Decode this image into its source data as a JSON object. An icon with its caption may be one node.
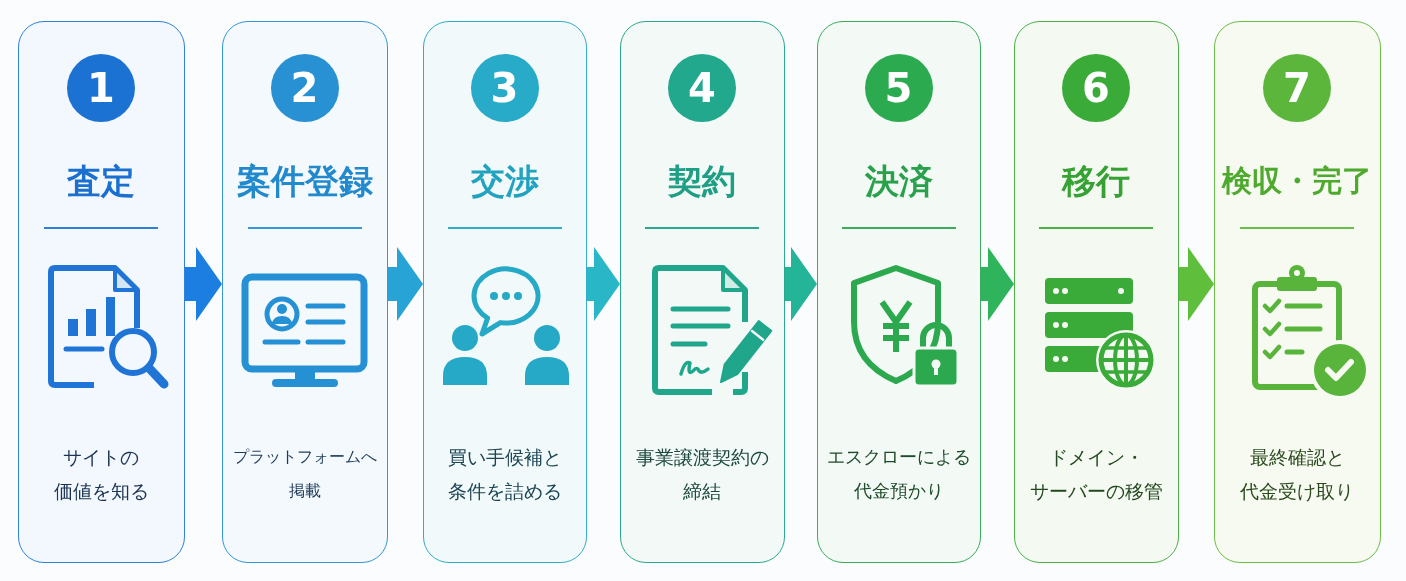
{
  "diagram": {
    "nodes": [
      {
        "text": [
          "査定",
          "サイトの価値を知る"
        ]
      },
      {
        "text": [
          "1"
        ],
        "in": 0
      },
      {
        "text": [
          "案件登録",
          "プラットフォームへ掲載"
        ]
      },
      {
        "text": [
          "2"
        ],
        "in": 2
      },
      {
        "text": [
          "交渉",
          "買い手候補と条件を詰める"
        ]
      },
      {
        "text": [
          "3"
        ],
        "in": 4
      },
      {
        "text": [
          "契約",
          "事業譲渡契約の締結"
        ]
      },
      {
        "text": [
          "4"
        ],
        "in": 6
      },
      {
        "text": [
          "決済",
          "エスクローによる代金預かり"
        ]
      },
      {
        "text": [
          "5"
        ],
        "in": 8
      },
      {
        "text": [
          "移行",
          "ドメイン・サーバーの移管"
        ]
      },
      {
        "text": [
          "6"
        ],
        "in": 10
      },
      {
        "text": [
          "検収・完了",
          "最終確認と代金受け取り"
        ]
      },
      {
        "text": [
          "7"
        ],
        "in": 12
      }
    ],
    "edges": [
      {
        "from": 0,
        "to": 2,
        "arrow": "to",
        "color": "#1c7ee0"
      },
      {
        "from": 2,
        "to": 4,
        "arrow": "to",
        "color": "#28a3d6"
      },
      {
        "from": 4,
        "to": 6,
        "arrow": "to",
        "color": "#29b6c6"
      },
      {
        "from": 6,
        "to": 8,
        "arrow": "to",
        "color": "#24b497"
      },
      {
        "from": 8,
        "to": 10,
        "arrow": "to",
        "color": "#2fb35c"
      },
      {
        "from": 10,
        "to": 12,
        "arrow": "to",
        "color": "#5fbf3c"
      }
    ]
  }
}
